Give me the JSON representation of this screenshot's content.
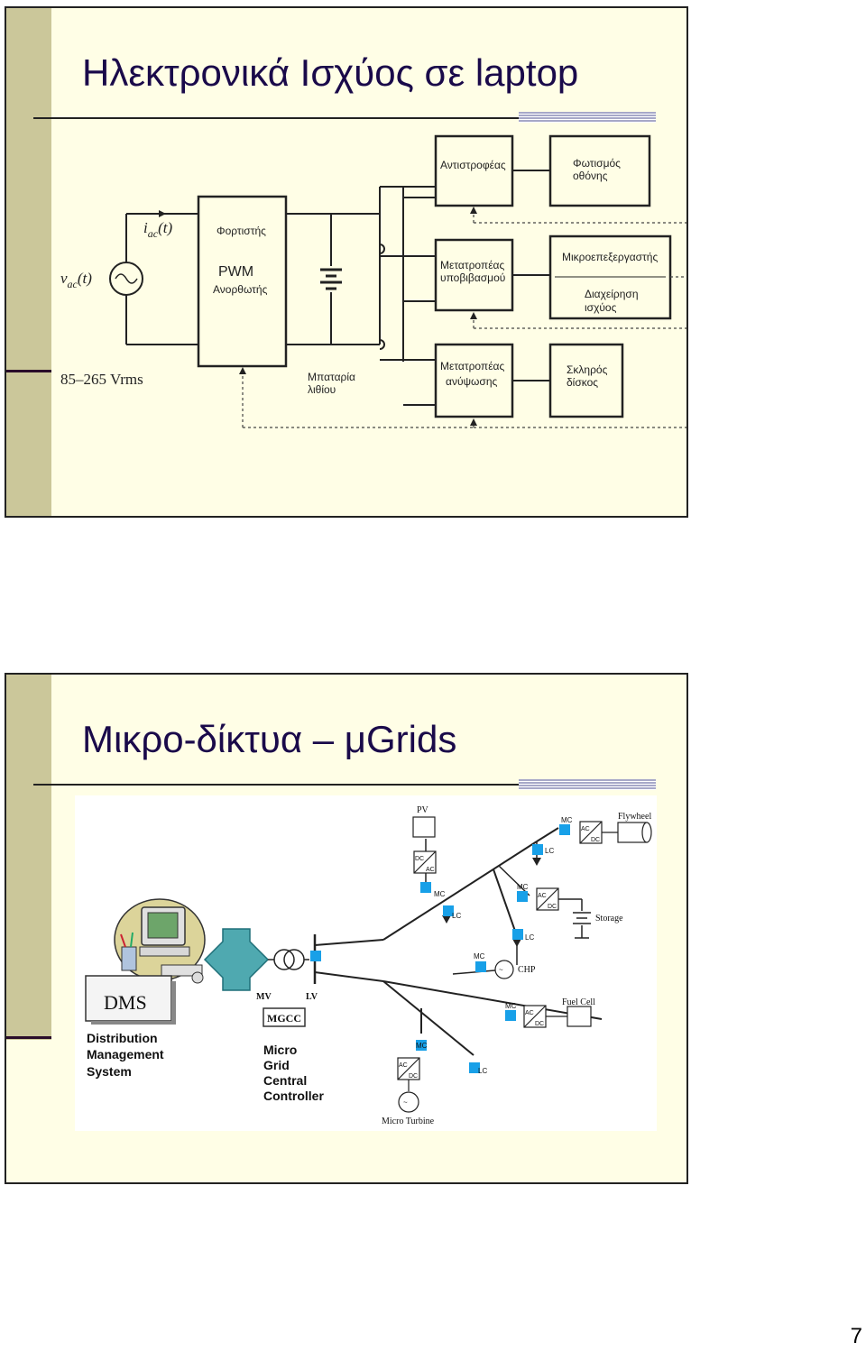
{
  "slide1": {
    "title": "Ηλεκτρονικά Ισχύος σε laptop",
    "diagram": {
      "iac": "i",
      "iac_sub": "ac",
      "iac_t": "(t)",
      "vac": "v",
      "vac_sub": "ac",
      "vac_t": "(t)",
      "range": "85–265 Vrms",
      "charger_label": "Φορτιστής",
      "pwm_label": "PWM",
      "rectifier_label": "Ανορθωτής",
      "battery_line1": "Μπαταρία",
      "battery_line2": "λιθίου",
      "inverter": "Αντιστροφέας",
      "backlight_line1": "Φωτισμός",
      "backlight_line2": "οθόνης",
      "buck_line1": "Μετατροπέας",
      "buck_line2": "υποβιβασμού",
      "cpu_label": "Μικροεπεξεργαστής",
      "pm_line1": "Διαχείρηση",
      "pm_line2": "ισχύος",
      "boost_line1": "Μετατροπέας",
      "boost_line2": "ανύψωσης",
      "disk_line1": "Σκληρός",
      "disk_line2": "δίσκος"
    }
  },
  "slide2": {
    "title": "Μικρο-δίκτυα – μGrids",
    "diagram": {
      "dms": "DMS",
      "dms_line1": "Distribution",
      "dms_line2": "Management",
      "dms_line3": "System",
      "mgcc": "MGCC",
      "mgcc_line1": "Micro",
      "mgcc_line2": "Grid",
      "mgcc_line3": "Central",
      "mgcc_line4": "Controller",
      "mv": "MV",
      "lv": "LV",
      "pv": "PV",
      "flywheel": "Flywheel",
      "storage": "Storage",
      "chp": "CHP",
      "fuel_cell": "Fuel Cell",
      "micro_turbine": "Micro Turbine",
      "mc": "MC",
      "lc": "LC",
      "ac": "AC",
      "dc": "DC"
    }
  },
  "page_number": "7"
}
